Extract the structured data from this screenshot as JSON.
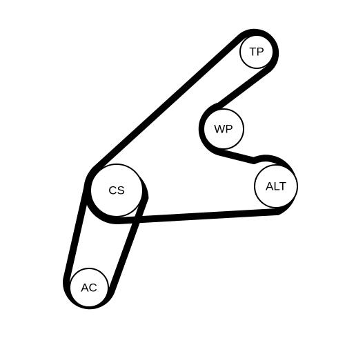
{
  "diagram": {
    "type": "belt-routing",
    "pulleys": {
      "tp": {
        "label": "TP"
      },
      "wp": {
        "label": "WP"
      },
      "alt": {
        "label": "ALT"
      },
      "cs": {
        "label": "CS"
      },
      "ac": {
        "label": "AC"
      }
    },
    "belts": [
      {
        "id": "main",
        "route": [
          "cs",
          "tp",
          "wp",
          "alt"
        ]
      },
      {
        "id": "ac",
        "route": [
          "cs",
          "ac"
        ]
      }
    ]
  }
}
